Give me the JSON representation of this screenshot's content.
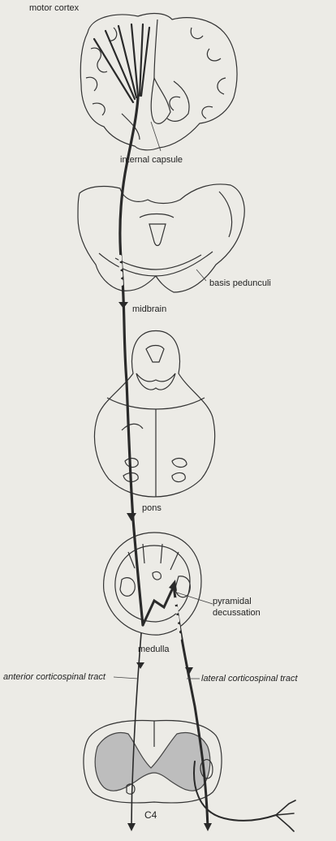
{
  "labels": {
    "motor_cortex": "motor cortex",
    "internal_capsule": "internal capsule",
    "basis_pedunculi": "basis pedunculi",
    "midbrain": "midbrain",
    "pons": "pons",
    "pyramidal_decussation_line1": "pyramidal",
    "pyramidal_decussation_line2": "decussation",
    "medulla": "medulla",
    "anterior_corticospinal_tract": "anterior corticospinal tract",
    "lateral_corticospinal_tract": "lateral corticospinal tract",
    "c4": "C4"
  },
  "colors": {
    "ink": "#2a2a2a",
    "paper": "#ecebe6",
    "gray_matter": "#bdbdbd"
  }
}
